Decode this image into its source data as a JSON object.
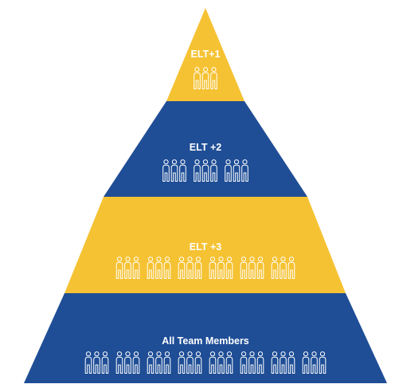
{
  "colors": {
    "gold": "#F5C233",
    "blue": "#1F4E96",
    "figure_outline": "#ffffff",
    "background": "#ffffff"
  },
  "icon": "person-group-icon",
  "tiers": [
    {
      "label": "ELT+1",
      "color": "gold",
      "groups": 1
    },
    {
      "label": "ELT +2",
      "color": "blue",
      "groups": 3
    },
    {
      "label": "ELT +3",
      "color": "gold",
      "groups": 6
    },
    {
      "label": "All Team Members",
      "color": "blue",
      "groups": 8
    }
  ]
}
